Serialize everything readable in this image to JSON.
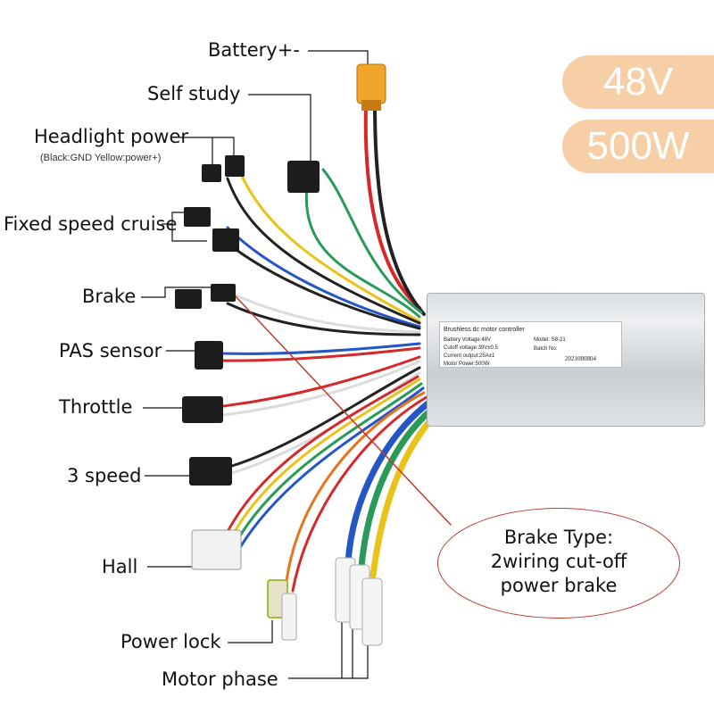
{
  "badges": {
    "voltage": "48V",
    "power": "500W"
  },
  "labels": {
    "battery": "Battery+-",
    "self_study": "Self study",
    "headlight": "Headlight power",
    "headlight_note": "(Black:GND Yellow:power+)",
    "cruise": "Fixed speed cruise",
    "brake": "Brake",
    "pas": "PAS sensor",
    "throttle": "Throttle",
    "three_speed": "3 speed",
    "hall": "Hall",
    "power_lock": "Power lock",
    "motor_phase": "Motor phase"
  },
  "controller_label": {
    "title": "Brushless dc motor controller",
    "battery_voltage": "Battery Voltage:48V",
    "cutoff_voltage": "Cutoff voltage:39V±0.5",
    "current_output": "Current output:25A±1",
    "motor_power": "Motor Power:500W",
    "model": "Model: S8-21",
    "batch_label": "Batch No:",
    "batch_number": "2021080804"
  },
  "callout": {
    "line1": "Brake Type:",
    "line2": "2wiring cut-off",
    "line3": "power brake"
  },
  "colors": {
    "badge_bg": "#f7cfa6",
    "callout_border": "#c0392b",
    "wire_red": "#d62828",
    "wire_black": "#222222",
    "wire_yellow": "#e9c21a",
    "wire_green": "#2a9a5a",
    "wire_blue": "#2456c8",
    "wire_white": "#dcdcdc",
    "wire_orange": "#e8731c",
    "connector_orange": "#f0a52a"
  }
}
